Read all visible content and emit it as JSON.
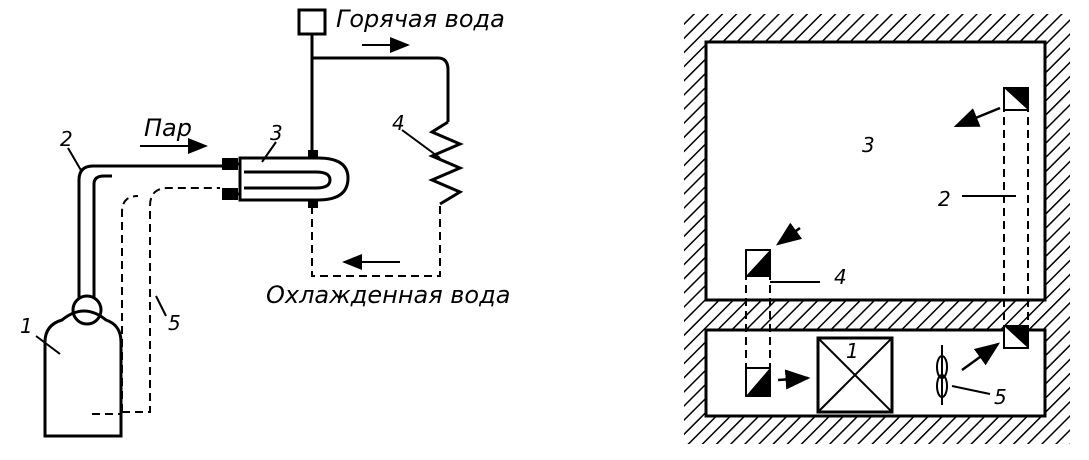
{
  "left_diagram": {
    "labels": {
      "hot_water": "Горячая вода",
      "steam": "Пар",
      "cooled_water": "Охлажденная вода",
      "n1": "1",
      "n2": "2",
      "n3": "3",
      "n4": "4",
      "n5": "5"
    }
  },
  "right_diagram": {
    "labels": {
      "n1": "1",
      "n2": "2",
      "n3": "3",
      "n4": "4",
      "n5": "5"
    }
  }
}
